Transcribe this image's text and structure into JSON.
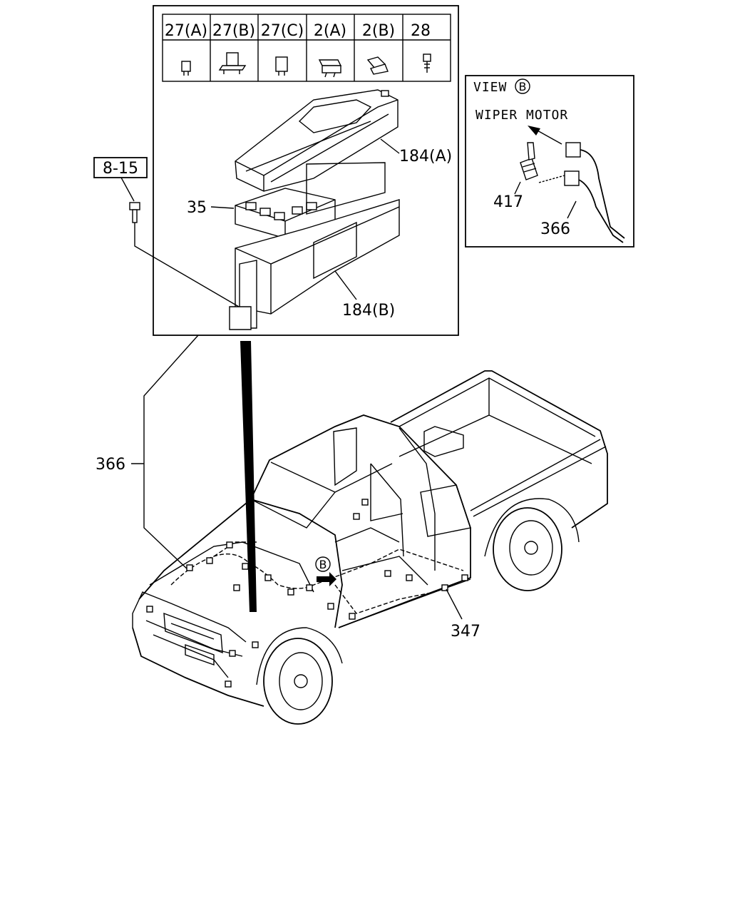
{
  "legend_cells": [
    "27(A)",
    "27(B)",
    "27(C)",
    "2(A)",
    "2(B)",
    "28"
  ],
  "ref_box": "8-15",
  "labels": {
    "cover_upper": "184(A)",
    "cover_lower": "184(B)",
    "relay_block": "35",
    "harness_main": "366",
    "harness_floor": "347",
    "view_marker": "B"
  },
  "view_b": {
    "title": "VIEW",
    "title_marker": "B",
    "caption": "WIPER MOTOR",
    "part_connector": "417",
    "part_harness": "366"
  }
}
